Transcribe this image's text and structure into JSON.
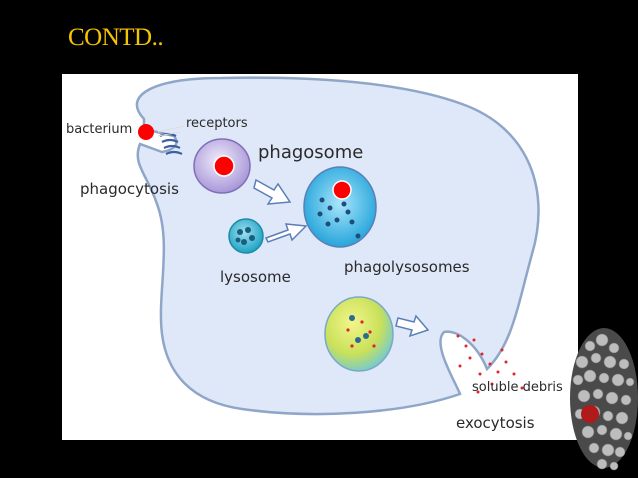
{
  "slide": {
    "title": "CONTD.."
  },
  "diagram": {
    "labels": {
      "bacterium": "bacterium",
      "receptors": "receptors",
      "phagosome": "phagosome",
      "phagocytosis": "phagocytosis",
      "lysosome": "lysosome",
      "phagolysosomes": "phagolysosomes",
      "soluble_debris": "soluble debris",
      "exocytosis": "exocytosis"
    },
    "colors": {
      "cell_fill": "#dfe8f8",
      "cell_outline": "#8fa6c8",
      "bacterium": "#ff0000",
      "phagosome": "#b7a6dc",
      "lysosome": "#35b4cf",
      "phagolysosome": "#2aa7dc",
      "digested_vesicle": "#c9e05a",
      "arrow": "#5b7fb5"
    }
  }
}
